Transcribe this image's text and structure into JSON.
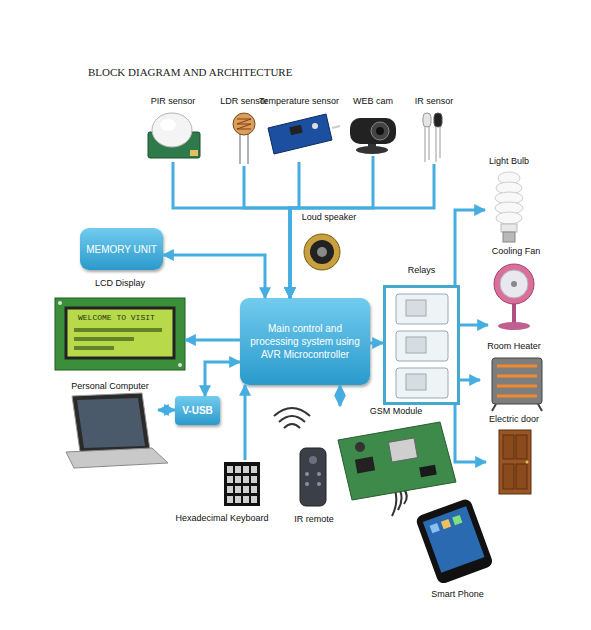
{
  "diagram": {
    "title": "BLOCK DIAGRAM AND ARCHITECTURE",
    "nodes": [
      {
        "text": [
          "PIR sensor"
        ]
      },
      {
        "text": [
          "LDR sensor"
        ]
      },
      {
        "text": [
          "Temperature sensor"
        ]
      },
      {
        "text": [
          "WEB cam"
        ]
      },
      {
        "text": [
          "IR sensor"
        ]
      },
      {
        "text": [
          "Light Bulb"
        ]
      },
      {
        "text": [
          "Loud speaker"
        ]
      },
      {
        "text": [
          "MEMORY UNIT"
        ]
      },
      {
        "text": [
          "Relays"
        ]
      },
      {
        "text": [
          "LCD Display"
        ]
      },
      {
        "text": [
          "Main control and processing system using AVR Microcontroller"
        ]
      },
      {
        "text": [
          "Cooling Fan"
        ]
      },
      {
        "text": [
          "Room Heater"
        ]
      },
      {
        "text": [
          "Personal Computer"
        ]
      },
      {
        "text": [
          "V-USB"
        ]
      },
      {
        "text": [
          "GSM Module"
        ]
      },
      {
        "text": [
          "Electric door"
        ]
      },
      {
        "text": [
          "Hexadecimal Keyboard"
        ]
      },
      {
        "text": [
          "IR remote"
        ]
      },
      {
        "text": [
          "Smart Phone"
        ]
      }
    ],
    "edges": [
      {
        "from": 0,
        "to": 10,
        "arrow": "to"
      },
      {
        "from": 1,
        "to": 10,
        "arrow": "to"
      },
      {
        "from": 2,
        "to": 10,
        "arrow": "to"
      },
      {
        "from": 3,
        "to": 10,
        "arrow": "to"
      },
      {
        "from": 4,
        "to": 10,
        "arrow": "to"
      },
      {
        "from": 7,
        "to": 10,
        "arrow": "both"
      },
      {
        "from": 10,
        "to": 9,
        "arrow": "to"
      },
      {
        "from": 10,
        "to": 8,
        "arrow": "to"
      },
      {
        "from": 8,
        "to": 5,
        "arrow": "to"
      },
      {
        "from": 8,
        "to": 11,
        "arrow": "to"
      },
      {
        "from": 8,
        "to": 12,
        "arrow": "to"
      },
      {
        "from": 8,
        "to": 16,
        "arrow": "to"
      },
      {
        "from": 13,
        "to": 14,
        "arrow": "both"
      },
      {
        "from": 14,
        "to": 10,
        "arrow": "both"
      },
      {
        "from": 17,
        "to": 10,
        "arrow": "to"
      },
      {
        "from": 10,
        "to": 15,
        "arrow": "both"
      }
    ],
    "labels": [
      "WELCOME TO VISIT"
    ]
  }
}
